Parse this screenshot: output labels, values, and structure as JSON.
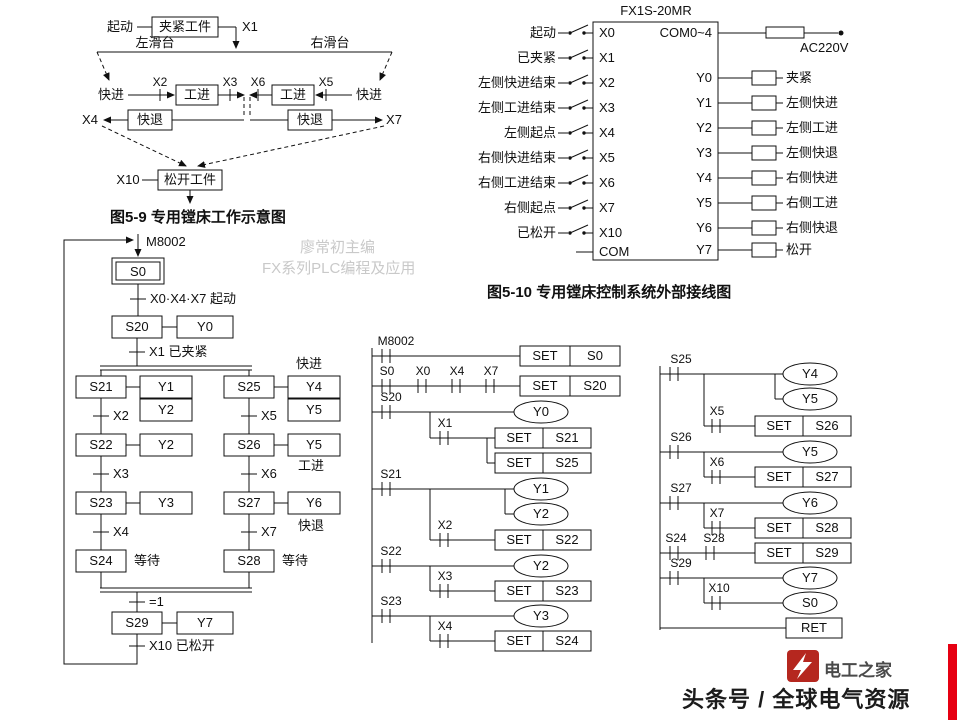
{
  "watermark": {
    "line1": "廖常初主编",
    "line2": "FX系列PLC编程及应用"
  },
  "fig59": {
    "caption": "图5-9  专用镗床工作示意图",
    "start": "起动",
    "clamp": "夹紧工件",
    "x1": "X1",
    "left_slide": "左滑台",
    "right_slide": "右滑台",
    "fast_fwd_left": "快进",
    "x2": "X2",
    "work_fwd_left": "工进",
    "x3": "X3",
    "x6": "X6",
    "work_fwd_right": "工进",
    "x5": "X5",
    "fast_fwd_right": "快进",
    "x4": "X4",
    "fast_back_left": "快退",
    "fast_back_right": "快退",
    "x7": "X7",
    "x10": "X10",
    "release": "松开工件"
  },
  "fig510": {
    "model": "FX1S-20MR",
    "caption": "图5-10   专用镗床控制系统外部接线图",
    "com_out": "COM0~4",
    "ac_supply": "AC220V",
    "com_in": "COM",
    "inputs": [
      {
        "label": "起动",
        "terminal": "X0"
      },
      {
        "label": "已夹紧",
        "terminal": "X1"
      },
      {
        "label": "左侧快进结束",
        "terminal": "X2"
      },
      {
        "label": "左侧工进结束",
        "terminal": "X3"
      },
      {
        "label": "左侧起点",
        "terminal": "X4"
      },
      {
        "label": "右侧快进结束",
        "terminal": "X5"
      },
      {
        "label": "右侧工进结束",
        "terminal": "X6"
      },
      {
        "label": "右侧起点",
        "terminal": "X7"
      },
      {
        "label": "已松开",
        "terminal": "X10"
      }
    ],
    "outputs": [
      {
        "terminal": "Y0",
        "label": "夹紧"
      },
      {
        "terminal": "Y1",
        "label": "左侧快进"
      },
      {
        "terminal": "Y2",
        "label": "左侧工进"
      },
      {
        "terminal": "Y3",
        "label": "左侧快退"
      },
      {
        "terminal": "Y4",
        "label": "右侧快进"
      },
      {
        "terminal": "Y5",
        "label": "右侧工进"
      },
      {
        "terminal": "Y6",
        "label": "右侧快退"
      },
      {
        "terminal": "Y7",
        "label": "松开"
      }
    ]
  },
  "sfc": {
    "m8002": "M8002",
    "s0": "S0",
    "t_start": "X0·X4·X7 起动",
    "s20": "S20",
    "s20_out": "Y0",
    "t_clamped": "X1 已夹紧",
    "fast_fwd": "快进",
    "s21": "S21",
    "s21_out1": "Y1",
    "s21_out2": "Y2",
    "t_x2": "X2",
    "s22": "S22",
    "s22_out": "Y2",
    "t_x3": "X3",
    "s23": "S23",
    "s23_out": "Y3",
    "t_x4": "X4",
    "s24": "S24",
    "wait_left": "等待",
    "s25": "S25",
    "s25_out1": "Y4",
    "s25_out2": "Y5",
    "t_x5": "X5",
    "s26": "S26",
    "s26_out": "Y5",
    "work_fwd": "工进",
    "t_x6": "X6",
    "s27": "S27",
    "s27_out": "Y6",
    "fast_back": "快退",
    "t_x7": "X7",
    "s28": "S28",
    "wait_right": "等待",
    "t_merge": "=1",
    "s29": "S29",
    "s29_out": "Y7",
    "t_released": "X10 已松开"
  },
  "ladder1": {
    "set": "SET",
    "r1_c": "M8002",
    "r1_op": "S0",
    "r2_c1": "S0",
    "r2_c2": "X0",
    "r2_c3": "X4",
    "r2_c4": "X7",
    "r2_op": "S20",
    "r3_c": "S20",
    "r3_coil": "Y0",
    "r4_c": "X1",
    "r4_op1": "S21",
    "r4_op2": "S25",
    "r5_c": "S21",
    "r5_coil1": "Y1",
    "r5_coil2": "Y2",
    "r6_c": "X2",
    "r6_op": "S22",
    "r7_c": "S22",
    "r7_coil": "Y2",
    "r8_c": "X3",
    "r8_op": "S23",
    "r9_c": "S23",
    "r9_coil": "Y3",
    "r10_c": "X4",
    "r10_op": "S24"
  },
  "ladder2": {
    "set": "SET",
    "r1_c": "S25",
    "r1_coil1": "Y4",
    "r1_coil2": "Y5",
    "r2_c": "X5",
    "r2_op": "S26",
    "r3_c": "S26",
    "r3_coil": "Y5",
    "r4_c": "X6",
    "r4_op": "S27",
    "r5_c": "S27",
    "r5_coil": "Y6",
    "r6_c": "X7",
    "r6_op": "S28",
    "r7_c1": "S24",
    "r7_c2": "S28",
    "r7_op": "S29",
    "r8_c": "S29",
    "r8_coil": "Y7",
    "r9_c": "X10",
    "r9_coil": "S0",
    "ret": "RET"
  },
  "footer": {
    "brand": "电工之家",
    "byline": "头条号 / 全球电气资源",
    "accent": "#e60012",
    "logo_color": "#b5271f"
  }
}
